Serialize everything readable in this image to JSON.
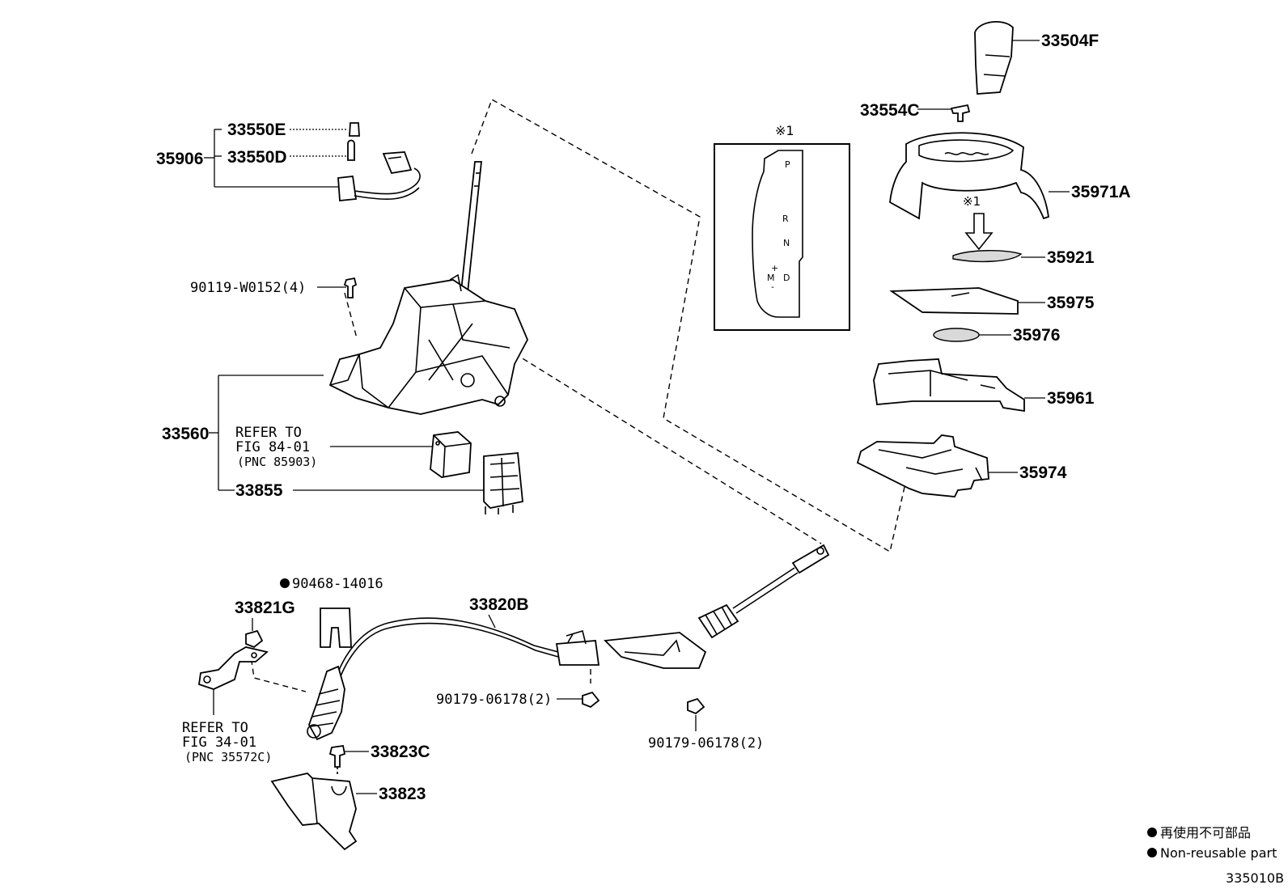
{
  "figure_id": "335010B",
  "gate_box": {
    "marker": "※1",
    "positions": [
      "P",
      "R",
      "N",
      "M",
      "D"
    ],
    "plus": "+",
    "minus": "-"
  },
  "arrow_marker": "※1",
  "parts": {
    "p33504F": "33504F",
    "p33554C": "33554C",
    "p35971A": "35971A",
    "p35921": "35921",
    "p35975": "35975",
    "p35976": "35976",
    "p35961": "35961",
    "p35974": "35974",
    "p33550E": "33550E",
    "p33550D": "33550D",
    "p35906": "35906",
    "p90119": "90119-W0152(4)",
    "p33560": "33560",
    "p33855": "33855",
    "p90468": "90468-14016",
    "p33820B": "33820B",
    "p33821G": "33821G",
    "p90179a": "90179-06178(2)",
    "p90179b": "90179-06178(2)",
    "p33823C": "33823C",
    "p33823": "33823"
  },
  "refs": {
    "fig84": {
      "line1": "REFER TO",
      "line2": "FIG 84-01",
      "line3": "(PNC 85903)"
    },
    "fig34": {
      "line1": "REFER TO",
      "line2": "FIG 34-01",
      "line3": "(PNC 35572C)"
    }
  },
  "legend": {
    "jp": "再使用不可部品",
    "en": "Non-reusable part"
  }
}
